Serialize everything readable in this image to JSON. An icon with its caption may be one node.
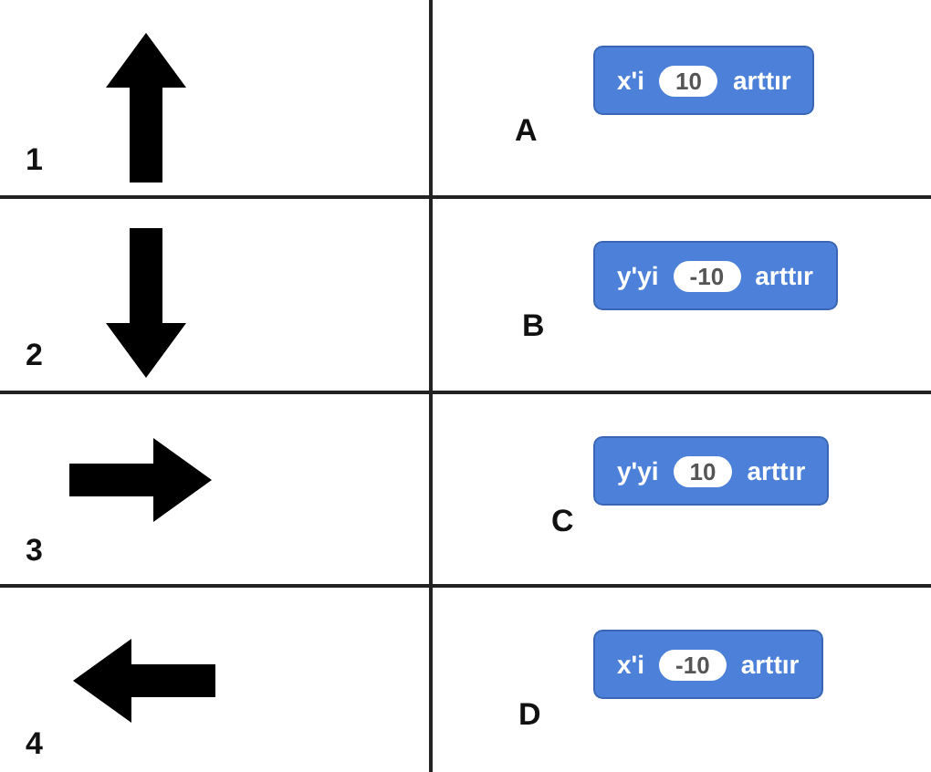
{
  "diagram": {
    "nodes": [
      {
        "text": [
          "x'i",
          "10",
          "arttır"
        ]
      },
      {
        "text": [
          "y'yi",
          "-10",
          "arttır"
        ]
      },
      {
        "text": [
          "y'yi",
          "10",
          "arttır"
        ]
      },
      {
        "text": [
          "x'i",
          "-10",
          "arttır"
        ]
      }
    ],
    "labels": [
      "1",
      "A",
      "2",
      "B",
      "3",
      "C",
      "4",
      "D"
    ]
  }
}
